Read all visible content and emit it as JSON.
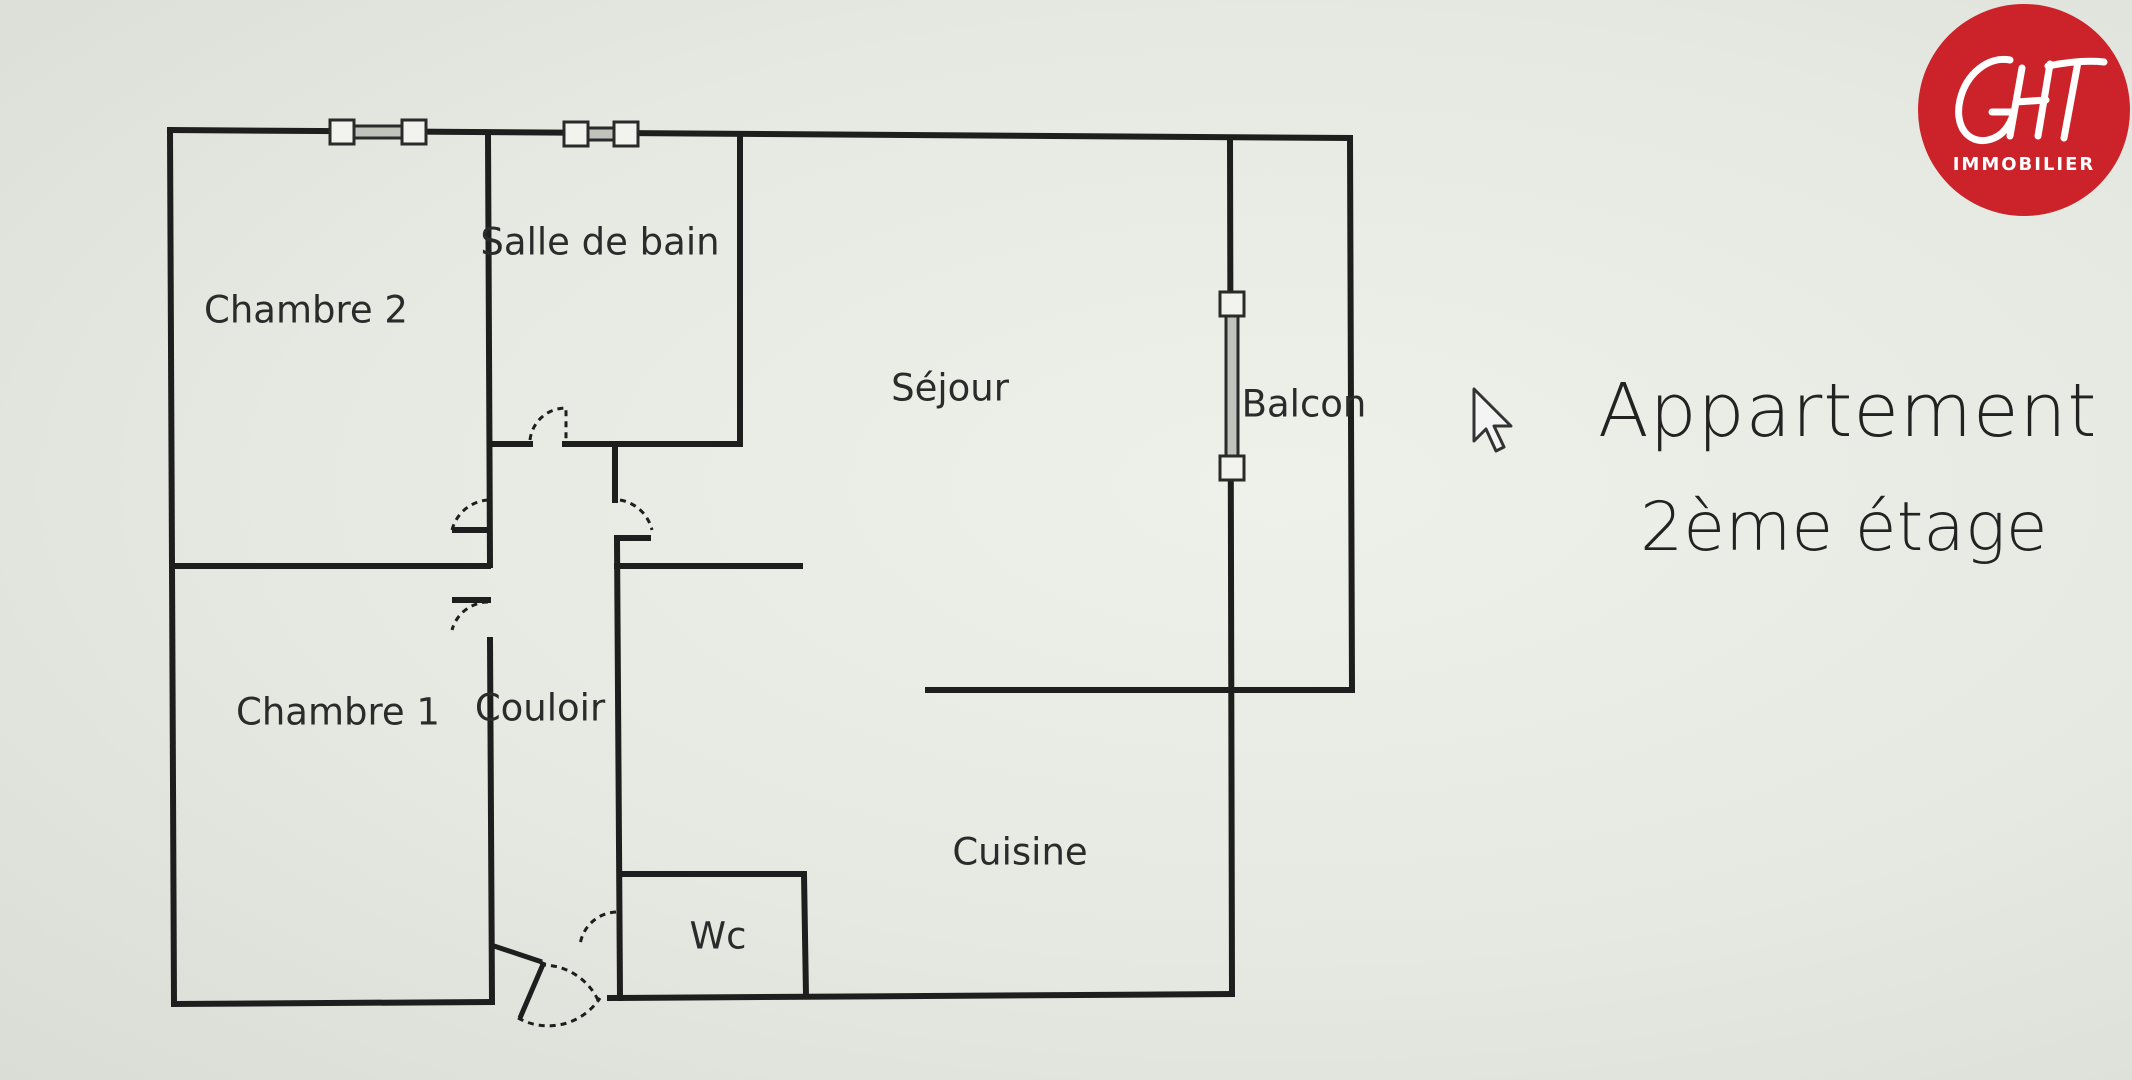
{
  "plan": {
    "rooms": {
      "chambre2": "Chambre 2",
      "salle_de_bain": "Salle de bain",
      "sejour": "Séjour",
      "balcon": "Balcon",
      "chambre1": "Chambre 1",
      "couloir": "Couloir",
      "cuisine": "Cuisine",
      "wc": "Wc"
    }
  },
  "title": {
    "line1": "Appartement",
    "line2": "2ème étage"
  },
  "logo": {
    "monogram": "GHT",
    "subtitle": "IMMOBILIER",
    "color": "#cc2229"
  },
  "colors": {
    "wall": "#1e1e1e",
    "background": "#e8ebe4"
  }
}
